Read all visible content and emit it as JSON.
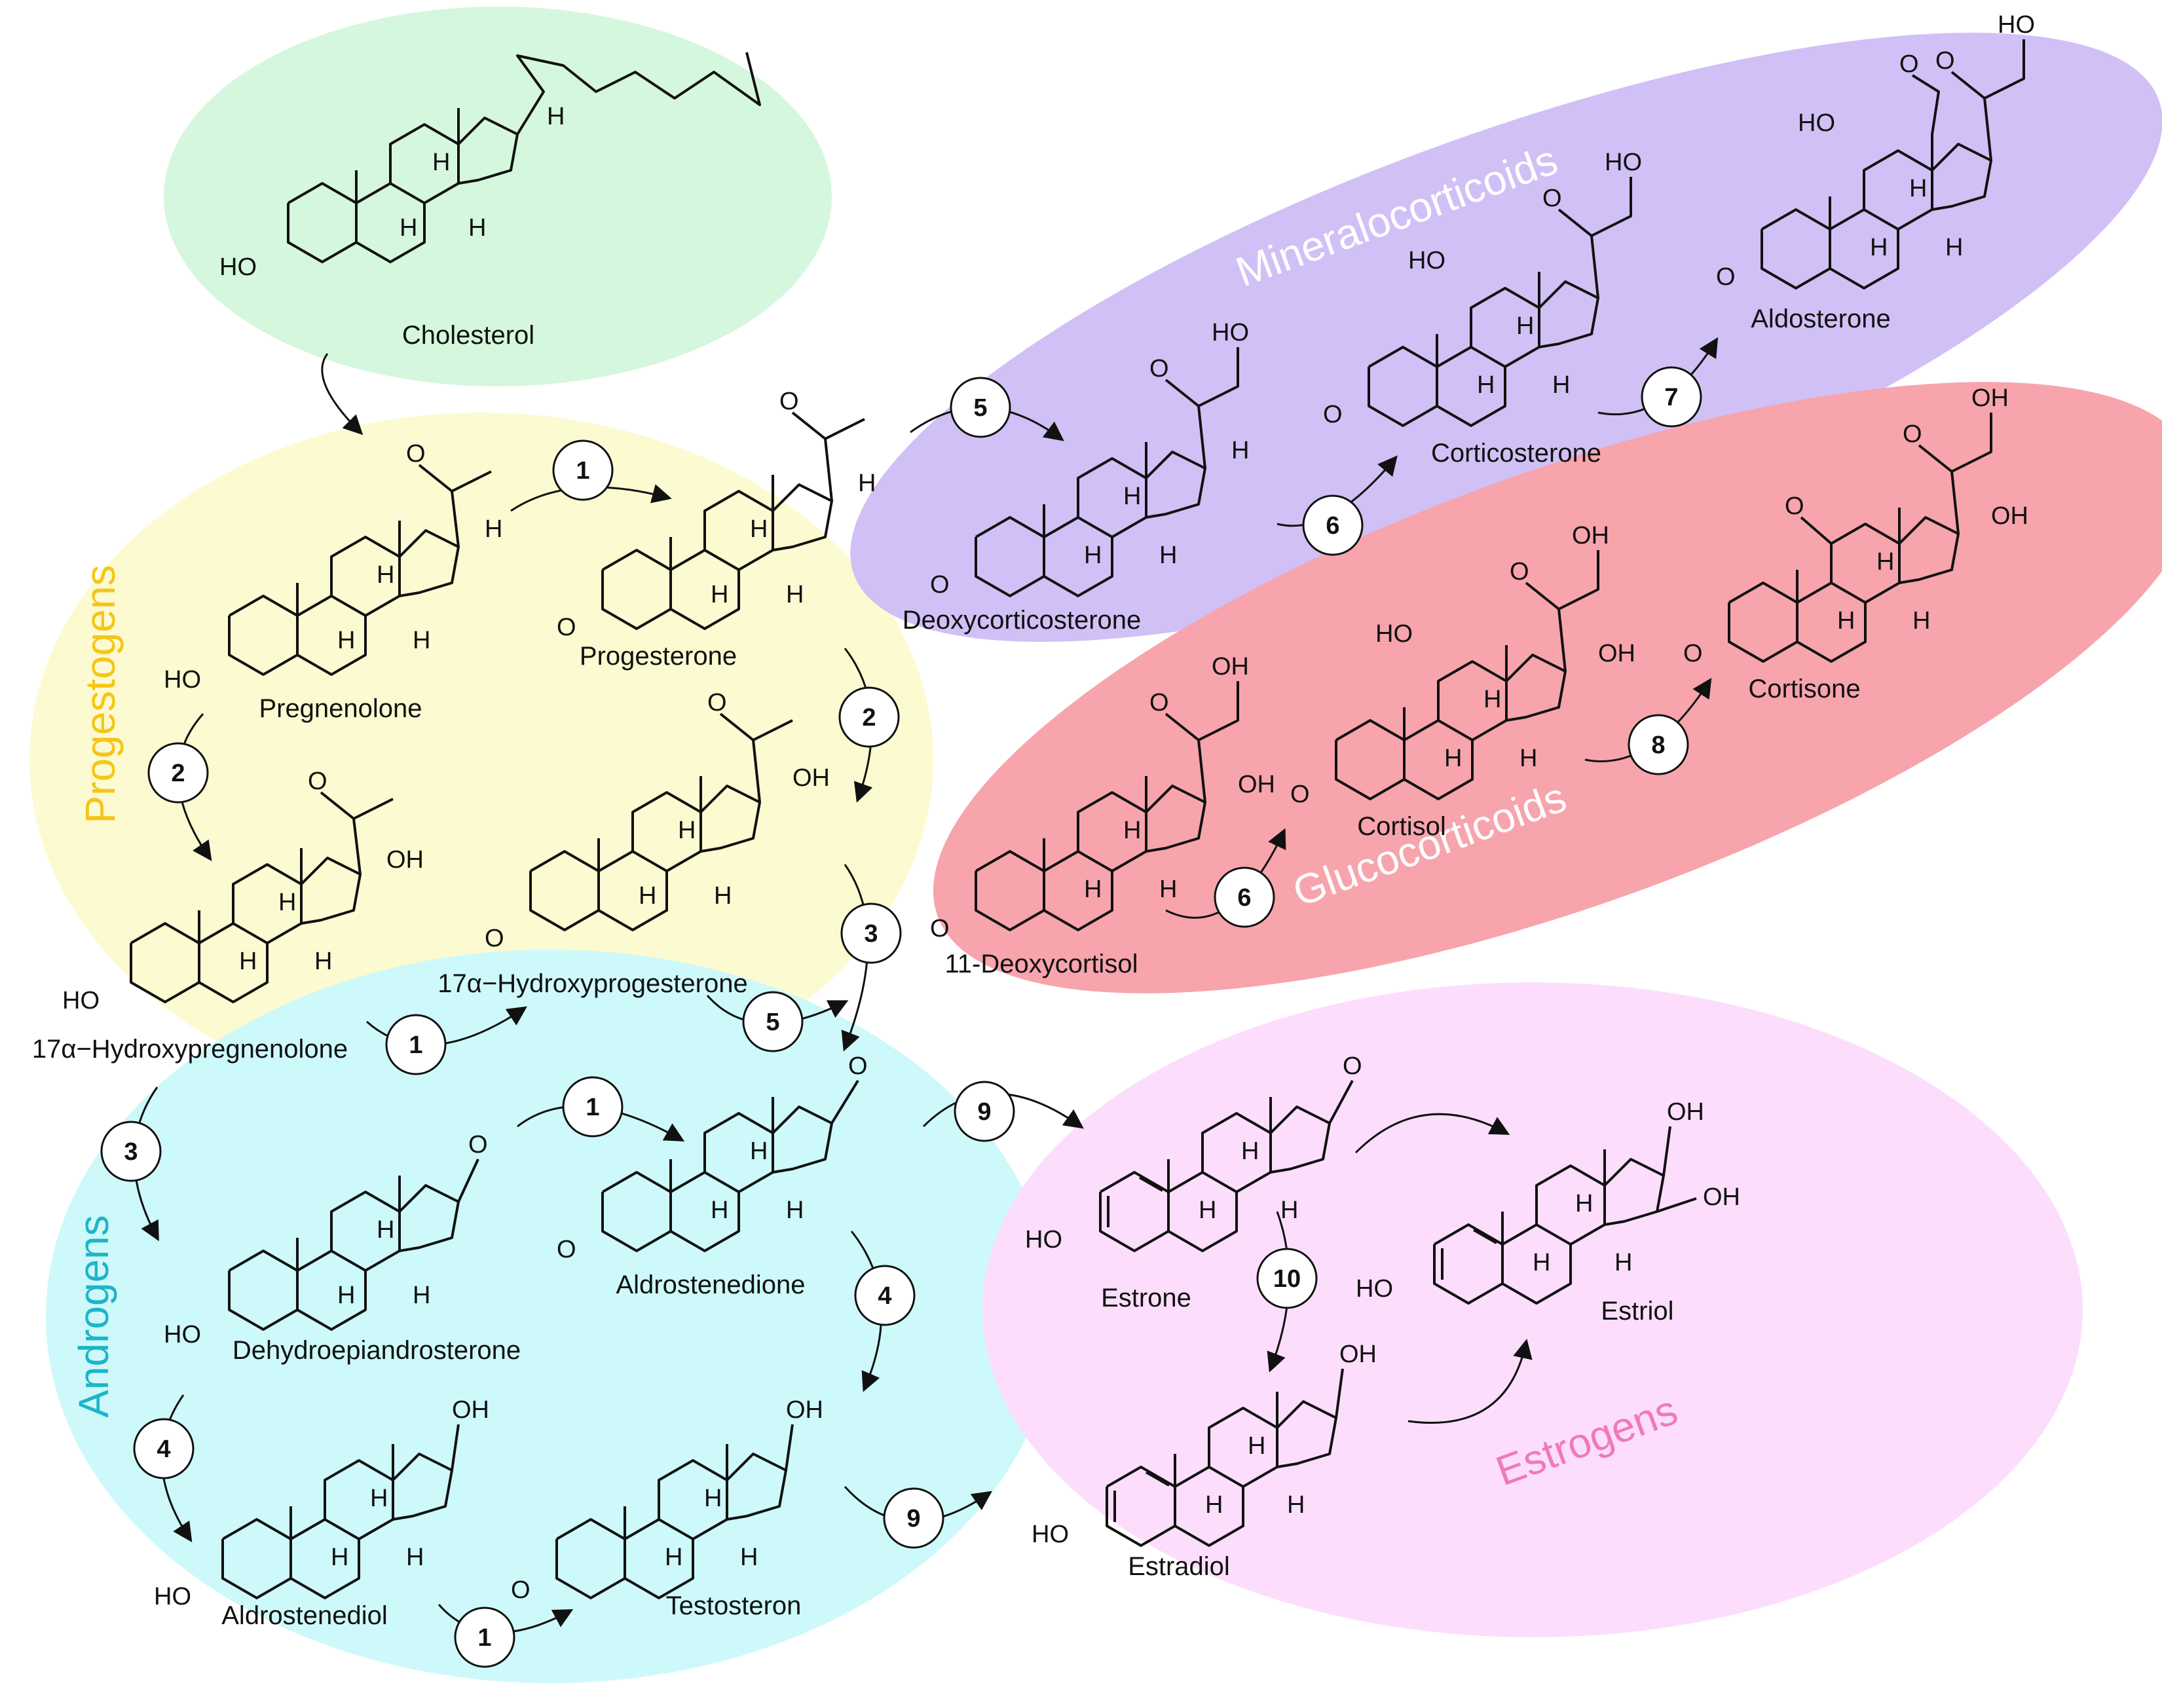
{
  "regions": {
    "cholesterol": {
      "color": "#d5f7dd"
    },
    "progestogens": {
      "label": "Progestogens",
      "color": "#fcfad0",
      "label_color": "#f5c518"
    },
    "mineralocorticoids": {
      "label": "Mineralocorticoids",
      "color": "#d1c0f5",
      "label_color": "#ffffff"
    },
    "glucocorticoids": {
      "label": "Glucocorticoids",
      "color": "#f7a4ad",
      "label_color": "#ffffff"
    },
    "androgens": {
      "label": "Androgens",
      "color": "#cdf9fb",
      "label_color": "#1eb4c9"
    },
    "estrogens": {
      "label": "Estrogens",
      "color": "#fcdefc",
      "label_color": "#f07ab8"
    }
  },
  "compounds": {
    "cholesterol": "Cholesterol",
    "pregnenolone": "Pregnenolone",
    "progesterone": "Progesterone",
    "hydroxypregnenolone": "17α−Hydroxypregnenolone",
    "hydroxyprogesterone": "17α−Hydroxyprogesterone",
    "deoxycorticosterone": "Deoxycorticosterone",
    "corticosterone": "Corticosterone",
    "aldosterone": "Aldosterone",
    "deoxycortisol": "11-Deoxycortisol",
    "cortisol": "Cortisol",
    "cortisone": "Cortisone",
    "dhea": "Dehydroepiandrosterone",
    "androstenedione": "Aldrostenedione",
    "androstenediol": "Aldrostenediol",
    "testosterone": "Testosteron",
    "estrone": "Estrone",
    "estradiol": "Estradiol",
    "estriol": "Estriol"
  },
  "atoms": {
    "ho": "HO",
    "oh": "OH",
    "o": "O",
    "h": "H"
  },
  "steps": [
    "1",
    "2",
    "3",
    "4",
    "5",
    "6",
    "7",
    "8",
    "9",
    "10"
  ]
}
